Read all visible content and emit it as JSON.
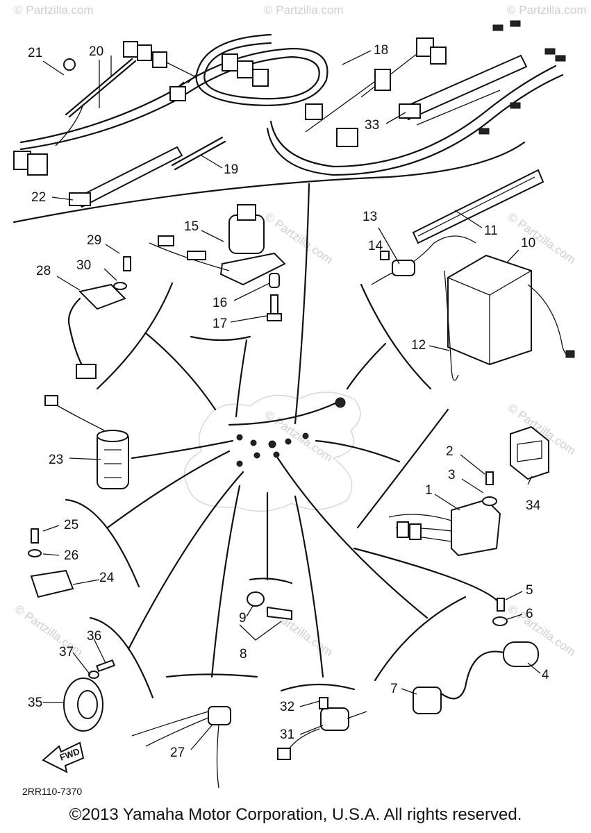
{
  "diagram_code": "2RR110-7370",
  "fwd_label": "FWD",
  "watermark": "© Partzilla.com",
  "copyright": "©2013 Yamaha Motor Corporation, U.S.A. All rights reserved.",
  "callouts": [
    {
      "id": "21",
      "text": "21"
    },
    {
      "id": "20",
      "text": "20"
    },
    {
      "id": "18",
      "text": "18"
    },
    {
      "id": "33",
      "text": "33"
    },
    {
      "id": "19",
      "text": "19"
    },
    {
      "id": "22",
      "text": "22"
    },
    {
      "id": "15",
      "text": "15"
    },
    {
      "id": "13",
      "text": "13"
    },
    {
      "id": "14",
      "text": "14"
    },
    {
      "id": "11",
      "text": "11"
    },
    {
      "id": "10",
      "text": "10"
    },
    {
      "id": "29",
      "text": "29"
    },
    {
      "id": "30",
      "text": "30"
    },
    {
      "id": "28",
      "text": "28"
    },
    {
      "id": "16",
      "text": "16"
    },
    {
      "id": "17",
      "text": "17"
    },
    {
      "id": "12",
      "text": "12"
    },
    {
      "id": "23",
      "text": "23"
    },
    {
      "id": "2",
      "text": "2"
    },
    {
      "id": "3",
      "text": "3"
    },
    {
      "id": "1",
      "text": "1"
    },
    {
      "id": "34",
      "text": "34"
    },
    {
      "id": "25",
      "text": "25"
    },
    {
      "id": "26",
      "text": "26"
    },
    {
      "id": "24",
      "text": "24"
    },
    {
      "id": "5",
      "text": "5"
    },
    {
      "id": "6",
      "text": "6"
    },
    {
      "id": "9",
      "text": "9"
    },
    {
      "id": "8",
      "text": "8"
    },
    {
      "id": "36",
      "text": "36"
    },
    {
      "id": "37",
      "text": "37"
    },
    {
      "id": "35",
      "text": "35"
    },
    {
      "id": "4",
      "text": "4"
    },
    {
      "id": "7",
      "text": "7"
    },
    {
      "id": "32",
      "text": "32"
    },
    {
      "id": "31",
      "text": "31"
    },
    {
      "id": "27",
      "text": "27"
    }
  ]
}
